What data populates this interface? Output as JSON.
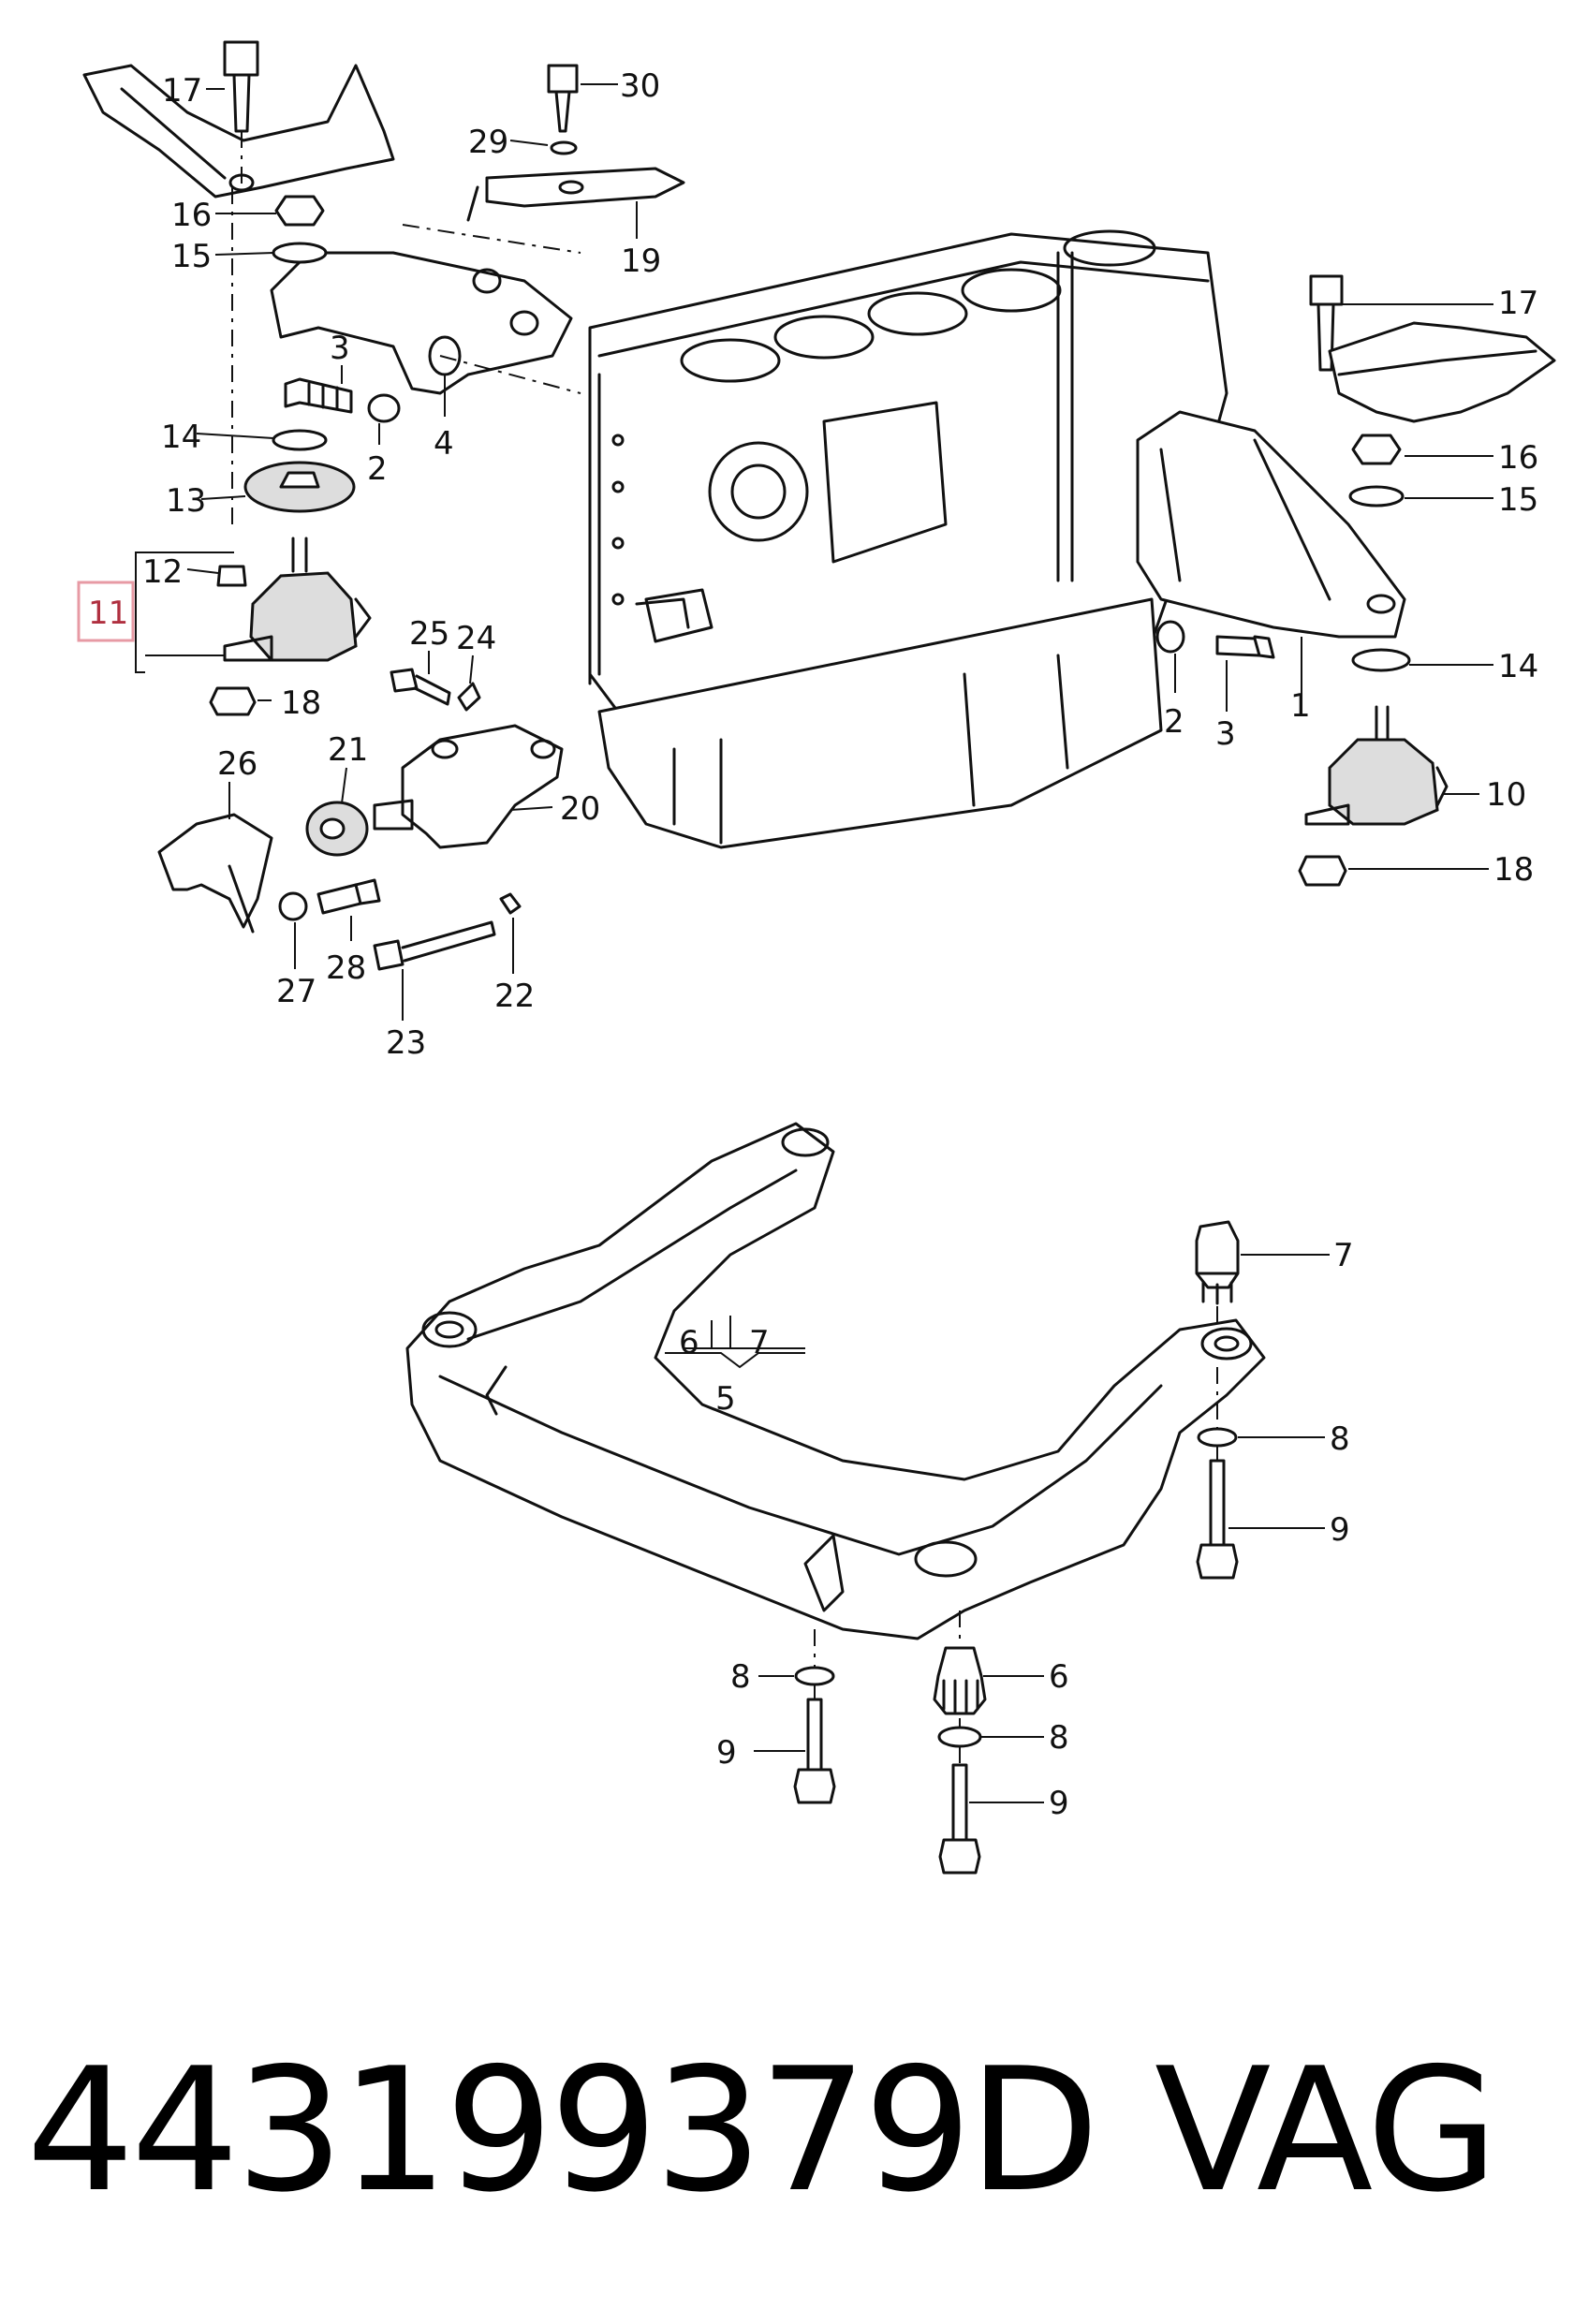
{
  "callouts": {
    "c17a": "17",
    "c30": "30",
    "c29": "29",
    "c16a": "16",
    "c15a": "15",
    "c19": "19",
    "c3a": "3",
    "c14a": "14",
    "c2a": "2",
    "c4": "4",
    "c13": "13",
    "c12": "12",
    "c11": "11",
    "c18a": "18",
    "c25": "25",
    "c24": "24",
    "c21": "21",
    "c26": "26",
    "c20": "20",
    "c27": "27",
    "c28": "28",
    "c22": "22",
    "c23": "23",
    "c17b": "17",
    "c16b": "16",
    "c15b": "15",
    "c14b": "14",
    "c10": "10",
    "c18b": "18",
    "c2b": "2",
    "c3b": "3",
    "c1": "1",
    "c6a": "6",
    "c7a": "7",
    "c5": "5",
    "c7b": "7",
    "c8a": "8",
    "c9a": "9",
    "c8b": "8",
    "c9b": "9",
    "c6b": "6",
    "c8c": "8",
    "c9c": "9"
  },
  "colors": {
    "ink": "#111111",
    "highlight_box": "#e79aa4",
    "highlight_text": "#b03040"
  },
  "caption": {
    "part_number": "443199379D",
    "brand": "VAG"
  }
}
